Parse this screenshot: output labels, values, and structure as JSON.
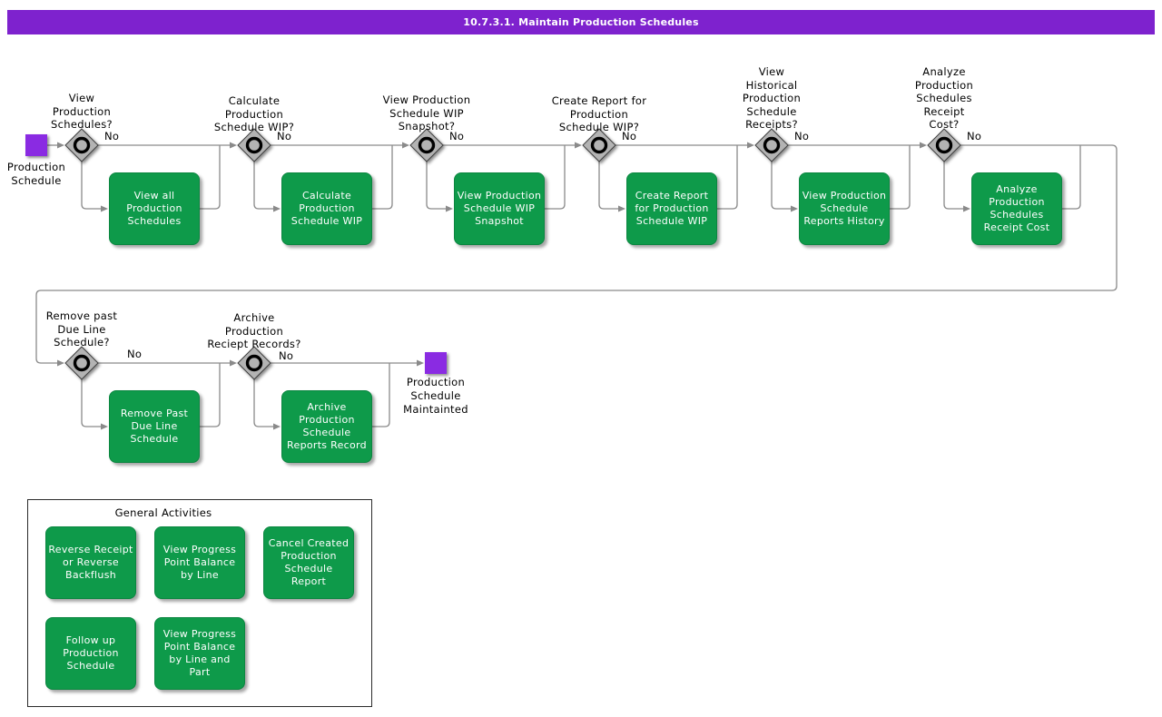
{
  "title": "10.7.3.1. Maintain Production Schedules",
  "colors": {
    "header_purple": "#7E22CE",
    "event_purple": "#8A2BE2",
    "activity_green": "#0E9A4A",
    "gateway_gray": "#B3B3B3",
    "connector_gray": "#8A8A8A"
  },
  "flow": {
    "start_label": "Production Schedule",
    "end_label": "Production Schedule Maintainted",
    "no_label": "No",
    "decisions": [
      {
        "question": "View Production Schedules?",
        "activity": "View all Production Schedules"
      },
      {
        "question": "Calculate Production Schedule WIP?",
        "activity": "Calculate Production Schedule WIP"
      },
      {
        "question": "View Production Schedule WIP Snapshot?",
        "activity": "View Production Schedule WIP Snapshot"
      },
      {
        "question": "Create Report for Production Schedule WIP?",
        "activity": "Create Report for Production Schedule WIP"
      },
      {
        "question": "View Historical Production Schedule Receipts?",
        "activity": "View Production Schedule Reports History"
      },
      {
        "question": "Analyze Production Schedules Receipt Cost?",
        "activity": "Analyze Production Schedules Receipt Cost"
      },
      {
        "question": "Remove past Due Line Schedule?",
        "activity": "Remove Past Due Line Schedule"
      },
      {
        "question": "Archive Production Reciept Records?",
        "activity": "Archive Production Schedule Reports Record"
      }
    ],
    "general": {
      "title": "General Activities",
      "items": [
        "Reverse Receipt or Reverse Backflush",
        "View Progress Point Balance by Line",
        "Cancel Created Production Schedule Report",
        "Follow up Production Schedule",
        "View Progress Point Balance by Line and Part"
      ]
    }
  }
}
